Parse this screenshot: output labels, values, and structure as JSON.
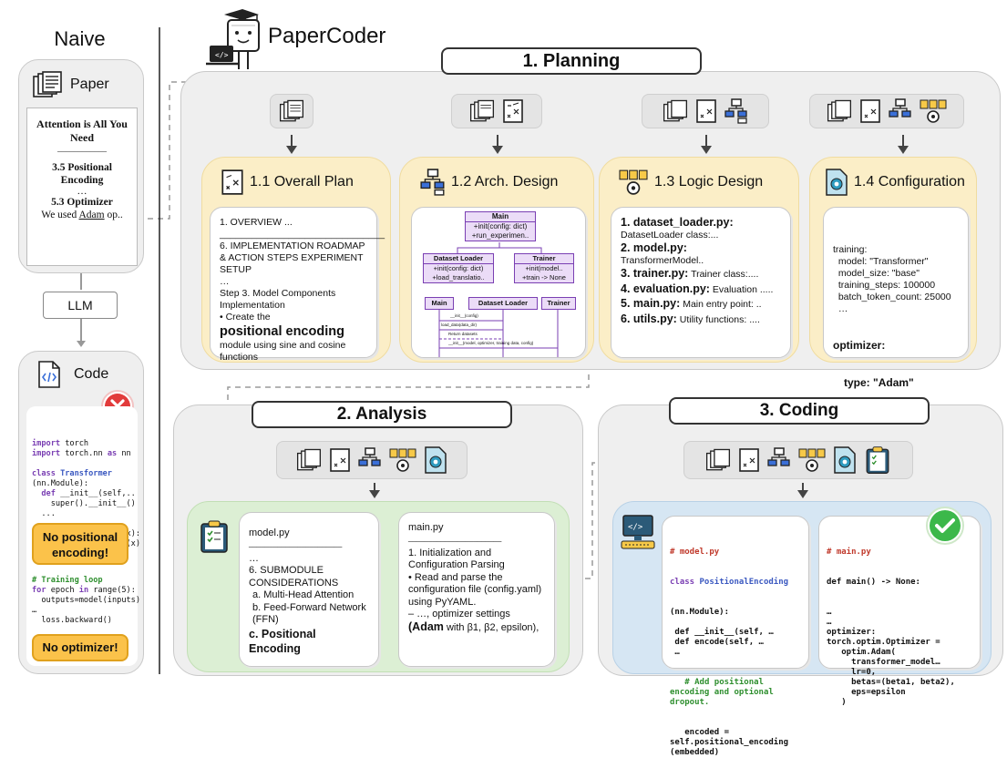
{
  "naive": {
    "title": "Naive",
    "paper_label": "Paper",
    "paper_title": "Attention is All You Need",
    "paper_rule": "____________",
    "paper_section1": "3.5 Positional Encoding",
    "paper_ellipsis": "…",
    "paper_section2": "5.3 Optimizer",
    "paper_text_pre": "We used ",
    "paper_text_link": "Adam",
    "paper_text_post": " op..",
    "llm_label": "LLM",
    "code_label": "Code",
    "code_lines_1": [
      "import torch",
      "import torch.nn as nn",
      "",
      "class Transformer",
      "(nn.Module):",
      "  def __init__(self,..",
      "    super().__init__()",
      "  ...",
      "",
      "  def forward(self, x):",
      "    x=self.embedding(x)"
    ],
    "warning_1": "No positional encoding!",
    "code_lines_2": [
      "# Training loop",
      "for epoch in range(5):",
      "  outputs=model(inputs)",
      "…",
      "  loss.backward()"
    ],
    "warning_2": "No optimizer!"
  },
  "papercoder": {
    "title": "PaperCoder",
    "planning_label": "1. Planning",
    "analysis_label": "2. Analysis",
    "coding_label": "3. Coding"
  },
  "plan_cards": [
    {
      "title": "1.1 Overall Plan",
      "lines": [
        "1. OVERVIEW ...",
        "_______________________________",
        "6. IMPLEMENTATION ROADMAP & ACTION STEPS EXPERIMENT SETUP",
        "…",
        "Step 3. Model Components Implementation",
        "• Create the"
      ],
      "bold": "positional encoding",
      "tail": "module using sine and cosine functions"
    },
    {
      "title": "1.2 Arch. Design",
      "main": "Main",
      "main_methods": [
        "+init(config: dict)",
        "+run_experimen.."
      ],
      "dataset_loader": "Dataset Loader",
      "dl_methods": [
        "+init(config: dict)",
        "+load_translatio.."
      ],
      "trainer": "Trainer",
      "trainer_methods": [
        "+init(model..",
        "+train -> None"
      ],
      "seq_main": "Main",
      "seq_dl": "Dataset Loader",
      "seq_trainer": "Trainer",
      "seq_msgs": [
        "__init__(config)",
        "load_data(data_dir)",
        "Return datasets",
        "__init__(model, optimizer, training data, config)"
      ]
    },
    {
      "title": "1.3 Logic Design",
      "items": [
        {
          "file": "1. dataset_loader.py:",
          "desc": "DatasetLoader class:..."
        },
        {
          "file": "2. model.py:",
          "desc": "TransformerModel.."
        },
        {
          "file": "3. trainer.py:",
          "desc": " Trainer class:...."
        },
        {
          "file": "4. evaluation.py:",
          "desc": " Evaluation ....."
        },
        {
          "file": "5. main.py:",
          "desc": " Main entry point: .."
        },
        {
          "file": "6. utils.py:",
          "desc": " Utility functions: ...."
        }
      ]
    },
    {
      "title": "1.4 Configuration",
      "lines": [
        "training:",
        "  model: \"Transformer\"",
        "  model_size: \"base\"",
        "  training_steps: 100000",
        "  batch_token_count: 25000",
        "  …"
      ],
      "bold1": "optimizer:",
      "bold2": "type: \"Adam\"",
      "tail": "…"
    }
  ],
  "analysis": {
    "doc1_title": "model.py",
    "doc1_rule": "_______________________",
    "doc1_lines": [
      "…",
      "6. SUBMODULE CONSIDERATIONS"
    ],
    "doc1_items": [
      "a.  Multi-Head Attention",
      "b.  Feed-Forward Network (FFN)"
    ],
    "doc1_bold": "c.  Positional Encoding",
    "doc2_title": "main.py",
    "doc2_rule": "_______________________",
    "doc2_lines": [
      "1. Initialization and Configuration Parsing",
      "• Read and parse the configuration file (config.yaml) using PyYAML.",
      "  – …, optimizer settings"
    ],
    "doc2_bold": "(Adam",
    "doc2_tail": " with β1, β2, epsilon),"
  },
  "coding": {
    "file1_comment": "# model.py",
    "file1_class": "class PositionalEncoding",
    "file1_lines": [
      "(nn.Module):",
      "",
      " def __init__(self, …",
      " def encode(self, …",
      " …"
    ],
    "file1_comment2": "   # Add positional encoding and optional dropout.",
    "file1_tail": [
      "   encoded =",
      "self.positional_encoding",
      "(embedded)"
    ],
    "file2_comment": "# main.py",
    "file2_def": "def main() -> None:",
    "file2_lines": [
      "…",
      "…",
      "optimizer:",
      "torch.optim.Optimizer =",
      "   optim.Adam(",
      "     transformer_model…",
      "     lr=0,",
      "     betas=(beta1, beta2),",
      "     eps=epsilon",
      "   )"
    ]
  },
  "colors": {
    "yellow": "#fbeec7",
    "green": "#dcefd4",
    "blue": "#d6e6f3",
    "purple": "#7a3fb3",
    "warning": "#fbc24a"
  }
}
